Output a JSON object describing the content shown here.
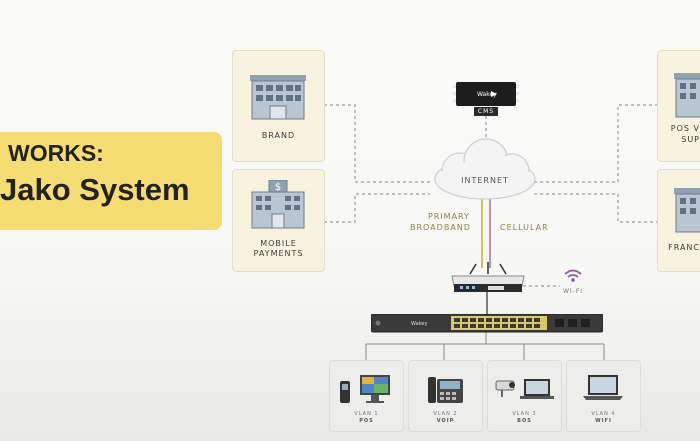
{
  "banner": {
    "line1": "WORKS:",
    "line2": "Jako System"
  },
  "cards": {
    "brand": "BRAND",
    "mobile_payments": [
      "MOBILE",
      "PAYMENTS"
    ],
    "pos_vendor": [
      "POS V",
      "SUP"
    ],
    "franchise": "FRANC"
  },
  "cms": {
    "label": "CMS",
    "device": "Wakey"
  },
  "cloud": {
    "label": "INTERNET"
  },
  "links": {
    "primary": [
      "PRIMARY",
      "BROADBAND"
    ],
    "cellular": "CELLULAR"
  },
  "wifi": {
    "label": "WI-FI"
  },
  "vlans": [
    {
      "name": "VLAN 1",
      "desc": "POS"
    },
    {
      "name": "VLAN 2",
      "desc": "VOIP"
    },
    {
      "name": "VLAN 3",
      "desc": "BOS"
    },
    {
      "name": "VLAN 4",
      "desc": "WIFI"
    }
  ],
  "colors": {
    "banner": "#f5dd73",
    "card": "#f7f3df",
    "cellular_line": "#b98fb6",
    "broadband_line": "#d7bf5c"
  }
}
